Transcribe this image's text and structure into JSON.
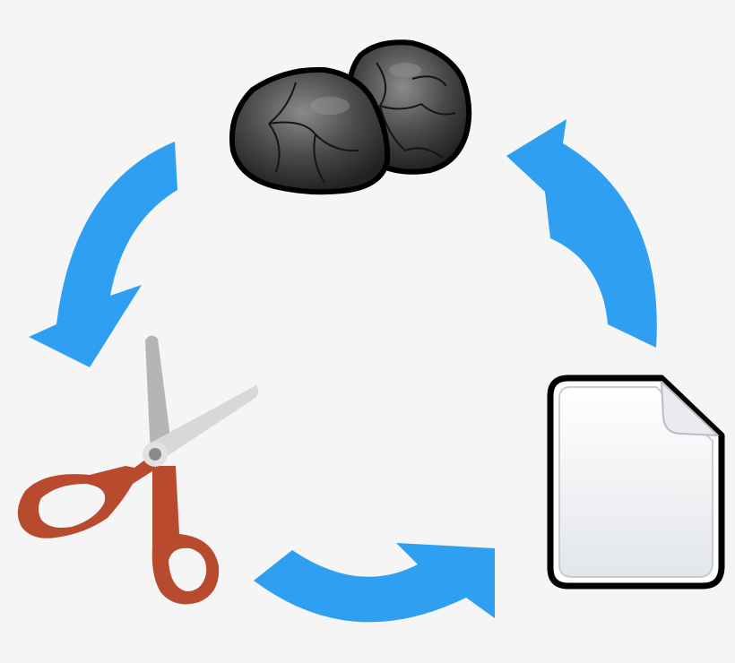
{
  "diagram": {
    "type": "cycle",
    "nodes": [
      {
        "id": "coal",
        "icon": "coal-rocks-icon"
      },
      {
        "id": "scissors",
        "icon": "scissors-icon"
      },
      {
        "id": "document",
        "icon": "blank-document-icon"
      }
    ],
    "edges": [
      {
        "from": "coal",
        "to": "scissors",
        "icon": "curved-arrow-icon"
      },
      {
        "from": "scissors",
        "to": "document",
        "icon": "curved-arrow-icon"
      },
      {
        "from": "document",
        "to": "coal",
        "icon": "curved-arrow-icon"
      }
    ]
  },
  "colors": {
    "background": "#f5f5f6",
    "arrow": "#2f9ff2",
    "coal": "#3f3f3f",
    "scissor_handle": "#b84a2e",
    "scissor_blade": "#b5b5b5",
    "document_fill": "#eef0f2",
    "outline": "#000000"
  }
}
